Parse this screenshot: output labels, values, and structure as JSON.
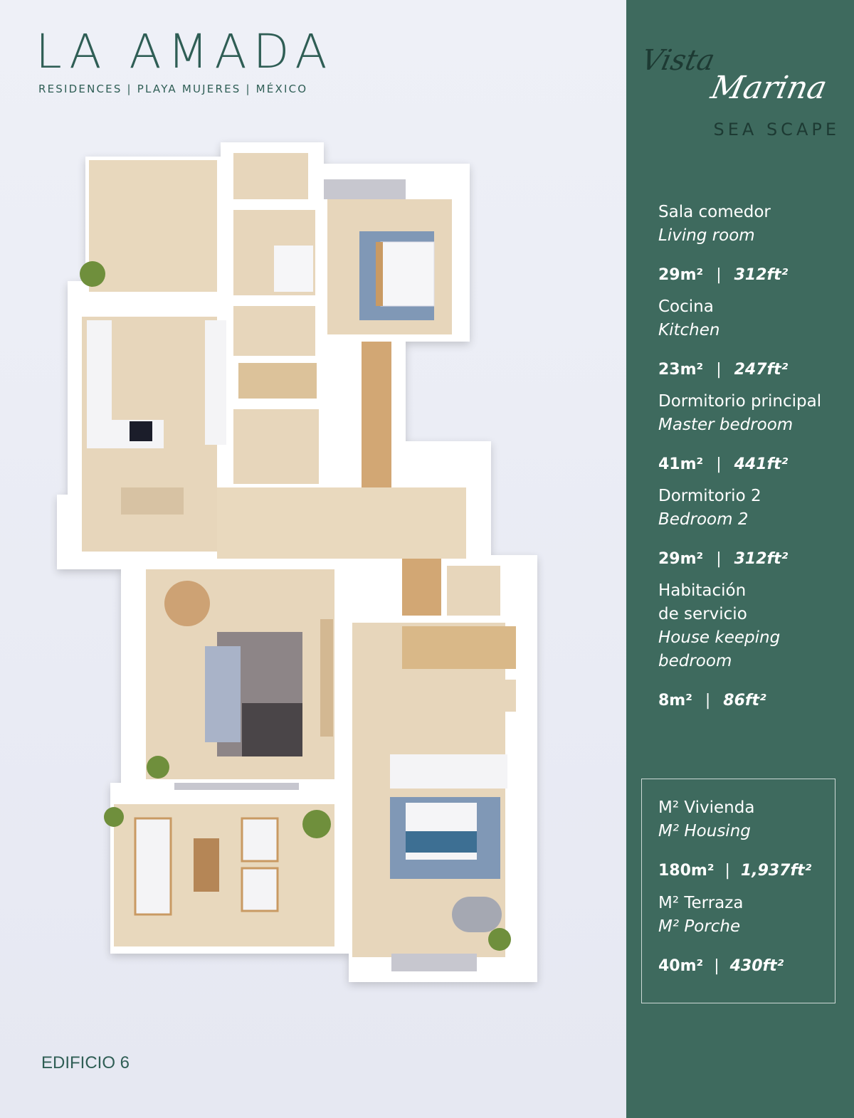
{
  "brand": {
    "name": "LA AMADA",
    "subtitle": "RESIDENCES | PLAYA MUJERES | MÉXICO"
  },
  "building": "EDIFICIO 6",
  "model": {
    "script_line1": "Vista",
    "script_line2": "Marina",
    "name": "SEA SCAPE"
  },
  "rooms": [
    {
      "es": "Sala comedor",
      "en": "Living room",
      "m2": "29m²",
      "ft2": "312ft²"
    },
    {
      "es": "Cocina",
      "en": "Kitchen",
      "m2": "23m²",
      "ft2": "247ft²"
    },
    {
      "es": "Dormitorio principal",
      "en": "Master bedroom",
      "m2": "41m²",
      "ft2": "441ft²"
    },
    {
      "es": "Dormitorio 2",
      "en": "Bedroom 2",
      "m2": "29m²",
      "ft2": "312ft²"
    },
    {
      "es": "Habitación\nde servicio",
      "en": "House keeping\nbedroom",
      "m2": "8m²",
      "ft2": "86ft²"
    }
  ],
  "totals": [
    {
      "es": "M² Vivienda",
      "en": "M² Housing",
      "m2": "180m²",
      "ft2": "1,937ft²"
    },
    {
      "es": "M² Terraza",
      "en": "M² Porche",
      "m2": "40m²",
      "ft2": "430ft²"
    }
  ],
  "separator": "|",
  "colors": {
    "panel": "#3e6a5e",
    "brand": "#2f5e55",
    "floor": "#e7d6bb",
    "wall": "#ffffff",
    "wood": "#c99a63",
    "rug": "#7f98b8"
  }
}
